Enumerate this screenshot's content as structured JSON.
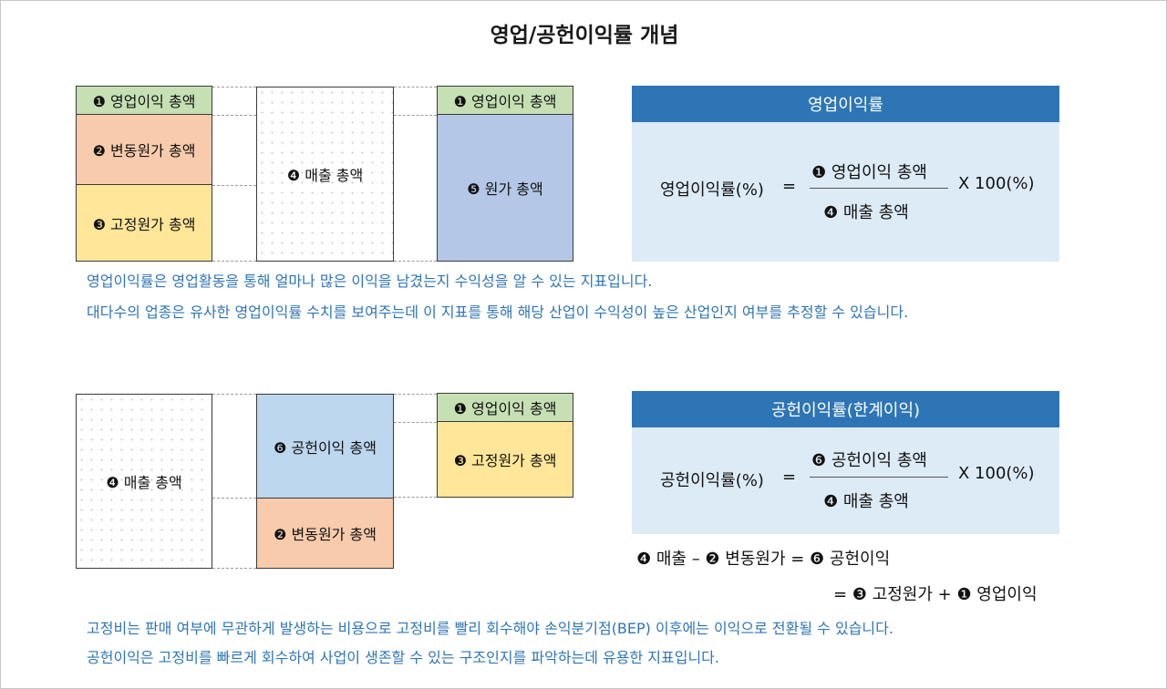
{
  "title": "영업/공헌이익률 개념",
  "top_diagram": {
    "left_stack": [
      "❶ 영업이익 총액",
      "❷ 변동원가 총액",
      "❸ 고정원가 총액"
    ],
    "middle": "❹ 매출 총액",
    "right_stack": [
      "❶ 영업이익 총액",
      "❺ 원가 총액"
    ]
  },
  "top_panel": {
    "header": "영업이익률",
    "lhs": "영업이익률(%)",
    "equals": "=",
    "numerator": "❶ 영업이익 총액",
    "denominator": "❹ 매출 총액",
    "multiplier": "X 100(%)"
  },
  "top_notes": [
    "영업이익률은 영업활동을 통해 얼마나 많은 이익을 남겼는지 수익성을 알 수 있는 지표입니다.",
    "대다수의 업종은 유사한 영업이익률 수치를 보여주는데 이 지표를 통해 해당 산업이 수익성이 높은 산업인지 여부를 추정할 수 있습니다."
  ],
  "bottom_diagram": {
    "left": "❹ 매출 총액",
    "middle_stack": [
      "❻ 공헌이익 총액",
      "❷ 변동원가 총액"
    ],
    "right_stack": [
      "❶ 영업이익 총액",
      "❸ 고정원가 총액"
    ]
  },
  "bottom_panel": {
    "header": "공헌이익률(한계이익)",
    "lhs": "공헌이익률(%)",
    "equals": "=",
    "numerator": "❻ 공헌이익 총액",
    "denominator": "❹ 매출 총액",
    "multiplier": "X 100(%)"
  },
  "equations": [
    "❹ 매출 – ❷ 변동원가 = ❻ 공헌이익",
    "= ❸ 고정원가 + ❶ 영업이익"
  ],
  "bottom_notes": [
    "고정비는 판매 여부에 무관하게 발생하는 비용으로 고정비를 빨리 회수해야 손익분기점(BEP) 이후에는 이익으로 전환될 수 있습니다.",
    "공헌이익은 고정비를 빠르게 회수하여 사업이 생존할 수 있는 구조인지를 파악하는데 유용한 지표입니다."
  ]
}
